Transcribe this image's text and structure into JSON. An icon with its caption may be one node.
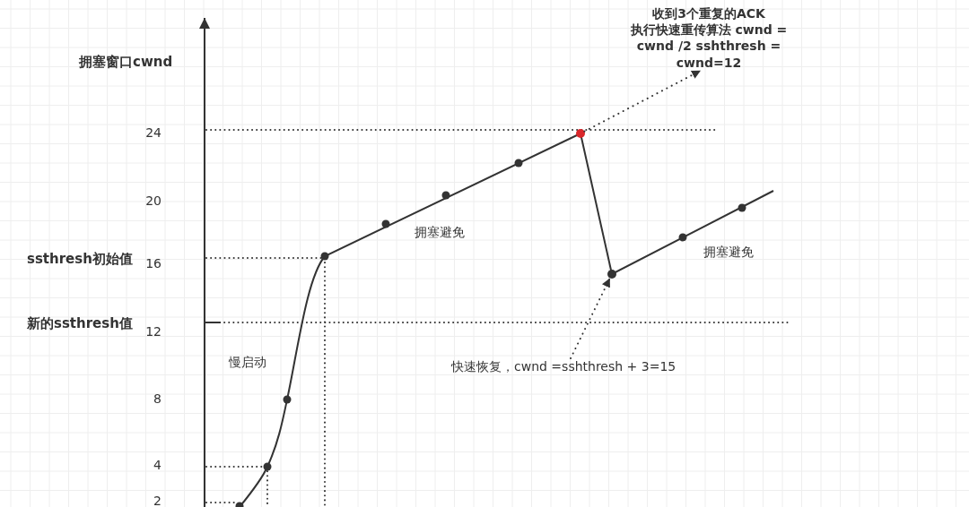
{
  "diagram": {
    "nodes": [
      {
        "text": [
          "收到3个重复的ACK 执行快速重传算法 cwnd = cwnd /2 sshthresh = cwnd=12"
        ]
      },
      {
        "text": [],
        "shape": "circle"
      },
      {
        "text": [
          "快速恢复，cwnd =sshthresh + 3=15"
        ]
      },
      {
        "text": [],
        "shape": "circle"
      }
    ],
    "edges": [
      {
        "from": 1,
        "to": 0,
        "arrow": "to",
        "style": "dashed"
      },
      {
        "from": 2,
        "to": 3,
        "arrow": "to",
        "style": "dashed"
      }
    ],
    "labels": [
      "拥塞窗口cwnd",
      "24",
      "20",
      "ssthresh初始值",
      "16",
      "新的ssthresh值",
      "12",
      "慢启动",
      "拥塞避免",
      "拥塞避免",
      "8",
      "4",
      "2"
    ]
  }
}
